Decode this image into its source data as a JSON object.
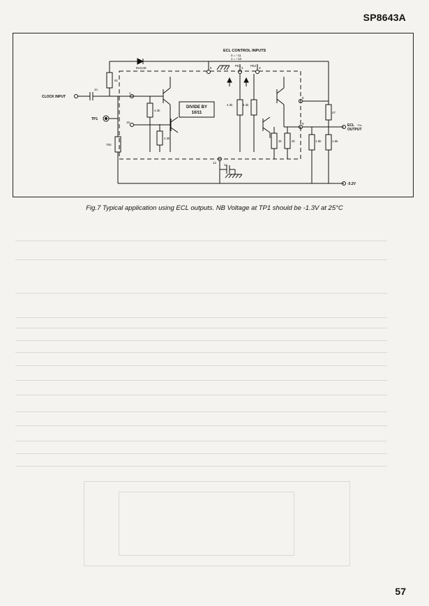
{
  "header": {
    "part_number": "SP8643A"
  },
  "figure": {
    "labels": {
      "ecl_control_inputs": "ECL CONTROL INPUTS",
      "mode_11": "0 = ÷11",
      "mode_10": "1 = ÷10",
      "pe1": "PE1",
      "pe2": "PE2",
      "diode": "IN4148",
      "clock_input": "CLOCK INPUT",
      "tp1": "TP1",
      "divider_line1": "DIVIDE BY",
      "divider_line2": "10/11",
      "ecl_output_1": "ECL",
      "ecl_output_2": "OUTPUT",
      "ecl_output_sym": "70s",
      "supply": "-5.2V"
    },
    "components": {
      "c_in": "1n",
      "r_91": "91",
      "r_750": "750",
      "r_43k_a": "4.3k",
      "r_43k_b": "4.3k",
      "r_43k_c": "4.3k",
      "r_43k_d": "4.3k",
      "r_2k_a": "2k",
      "r_2k_b": "2k",
      "r_15k_a": "1.5k",
      "r_15k_b": "1.5k",
      "r_47": "47",
      "c_dec": "1n"
    },
    "pins": {
      "p1": "1",
      "p2": "2",
      "p3": "3",
      "p5": "5",
      "p8": "8",
      "p9": "9",
      "p12": "12",
      "p16": "16"
    }
  },
  "caption": "Fig.7 Typical application using ECL outputs. NB Voltage at TP1 should be -1.3V at 25°C",
  "page_number": "57"
}
